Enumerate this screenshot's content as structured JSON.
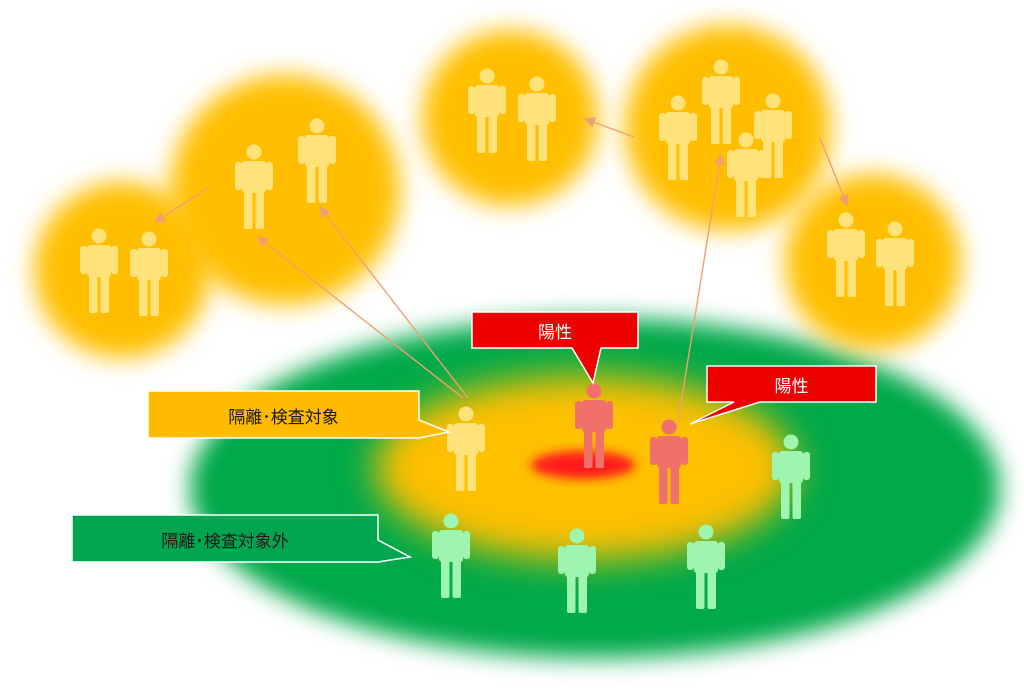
{
  "labels": {
    "positive_1": "陽性",
    "positive_2": "陽性",
    "quarantine_target": "隔離･検査対象",
    "non_target": "隔離･検査対象外"
  },
  "colors": {
    "outer_zone": "#00a94a",
    "inner_zone": "#ffc000",
    "core": "#ff1a1a",
    "group_zone": "#ffbf00",
    "person_yellow": "#ffe37a",
    "person_red": "#f0706a",
    "person_green": "#9ef5b0",
    "callout_red": "#ee0000",
    "callout_yellow": "#ffbb00",
    "callout_green": "#00a550",
    "arrow": "#f0a070"
  }
}
